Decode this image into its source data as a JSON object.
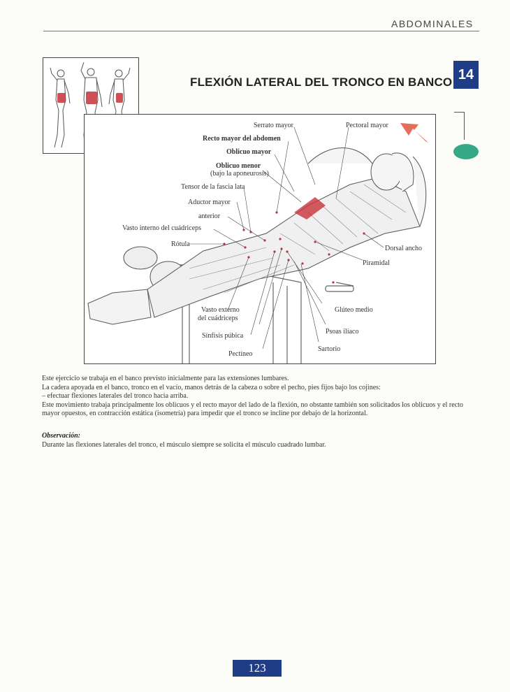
{
  "header": {
    "section": "ABDOMINALES"
  },
  "exercise": {
    "title": "FLEXIÓN LATERAL DEL TRONCO EN BANCO",
    "number": "14"
  },
  "labels": {
    "serrato_mayor": "Serrato mayor",
    "pectoral_mayor": "Pectoral mayor",
    "recto_mayor": "Recto mayor del abdomen",
    "oblicuo_mayor": "Oblicuo mayor",
    "oblicuo_menor": "Oblicuo menor",
    "oblicuo_menor_sub": "(bajo la aponeurosis)",
    "tensor": "Tensor de la fascia lata",
    "aductor": "Aductor mayor",
    "anterior": "anterior",
    "vasto_interno": "Vasto interno del cuádriceps",
    "rotula": "Rótula",
    "dorsal_ancho": "Dorsal ancho",
    "piramidal": "Piramidal",
    "vasto_externo_1": "Vasto externo",
    "vasto_externo_2": "del cuádriceps",
    "gluteo_medio": "Glúteo medio",
    "psoas": "Psoas ilíaco",
    "sinfisis": "Sínfisis púbica",
    "sartorio": "Sartorio",
    "pectineo": "Pectíneo"
  },
  "body": {
    "p1": "Este ejercicio se trabaja en el banco previsto inicialmente para las extensiones lumbares.",
    "p2": "La cadera apoyada en el banco, tronco en el vacío, manos detrás de la cabeza o sobre el pecho, pies fijos bajo los cojines:",
    "p3": "– efectuar flexiones laterales del tronco hacia arriba.",
    "p4": "Este movimiento trabaja principalmente los oblicuos y el recto mayor del lado de la flexión, no obstante también son solicitados los oblicuos y el recto mayor opuestos, en contracción estática (isometría) para impedir que el tronco se incline por debajo de la horizontal."
  },
  "observation": {
    "title": "Observación:",
    "text": "Durante las flexiones laterales del tronco, el músculo siempre se solicita el músculo cuadrado lumbar."
  },
  "page_number": "123",
  "colors": {
    "badge_blue": "#1e3d86",
    "accent_green": "#35a886",
    "muscle_red": "#c8323a",
    "arrow_red": "#e0553e"
  },
  "icons": {
    "movement_arrow": "arrow-up-left-icon"
  }
}
